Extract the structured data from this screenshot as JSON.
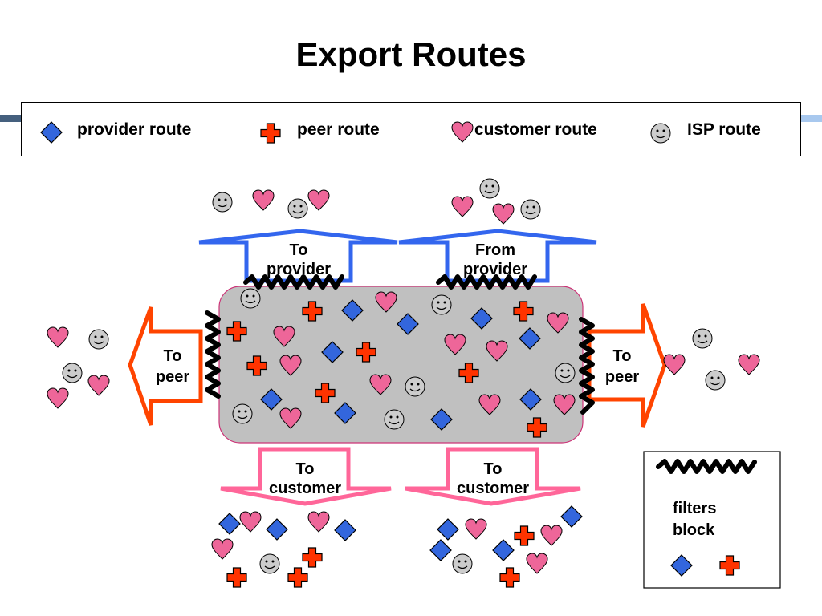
{
  "title": "Export Routes",
  "legend": {
    "provider_route": "provider route",
    "peer_route": "peer route",
    "customer_route": "customer route",
    "isp_route": "ISP route"
  },
  "labels": {
    "to_provider": [
      "To",
      "provider"
    ],
    "from_provider": [
      "From",
      "provider"
    ],
    "to_peer_left": [
      "To",
      "peer"
    ],
    "to_peer_right": [
      "To",
      "peer"
    ],
    "to_customer_left": [
      "To",
      "customer"
    ],
    "to_customer_right": [
      "To",
      "customer"
    ]
  },
  "filters_note": [
    "filters",
    "block"
  ],
  "icons": {
    "provider_route": "diamond-icon",
    "peer_route": "cross-icon",
    "customer_route": "heart-icon",
    "isp_route": "smiley-icon",
    "filter": "squiggle-icon"
  },
  "colors": {
    "provider_route": "#3366dd",
    "peer_route": "#ff3300",
    "customer_route": "#ee6699",
    "isp_route": "#cccccc",
    "provider_arrow": "#3366ee",
    "peer_arrow": "#ff4400",
    "customer_arrow": "#ff6699",
    "isp_box": "#c0c0c0",
    "filter": "#000000"
  }
}
